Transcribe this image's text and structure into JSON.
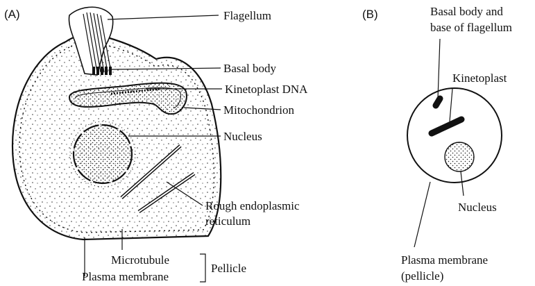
{
  "panel_a": {
    "tag": "(A)",
    "labels": {
      "flagellum": "Flagellum",
      "basal_body": "Basal body",
      "kinetoplast_dna": "Kinetoplast DNA",
      "mitochondrion": "Mitochondrion",
      "nucleus": "Nucleus",
      "rer_line1": "Rough endoplasmic",
      "rer_line2": "reticulum",
      "microtubule": "Microtubule",
      "plasma_membrane": "Plasma membrane",
      "pellicle": "Pellicle"
    }
  },
  "panel_b": {
    "tag": "(B)",
    "labels": {
      "basal_line1": "Basal body and",
      "basal_line2": "base of flagellum",
      "kinetoplast": "Kinetoplast",
      "nucleus": "Nucleus",
      "pm_line1": "Plasma membrane",
      "pm_line2": "(pellicle)"
    }
  }
}
